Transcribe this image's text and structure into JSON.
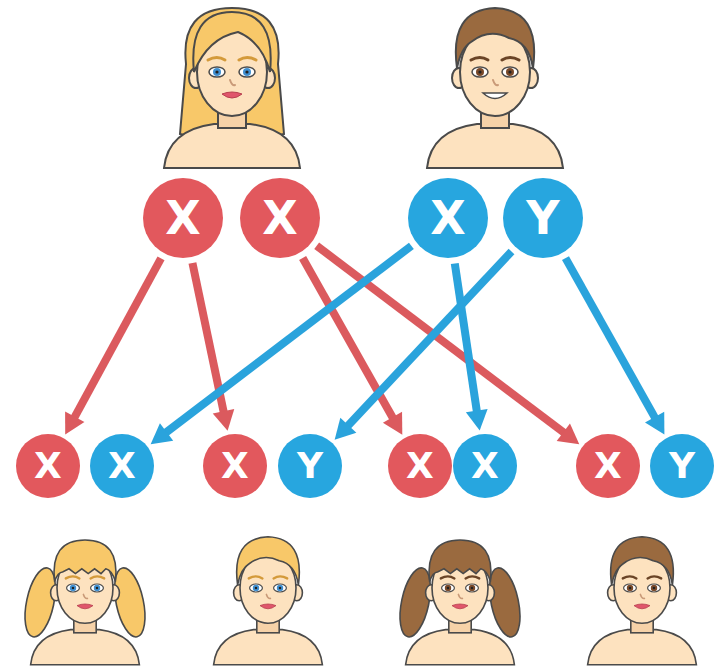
{
  "diagram": {
    "nodes": [
      {
        "text": [
          "X"
        ]
      },
      {
        "text": [
          "X"
        ]
      },
      {
        "text": [
          "X"
        ]
      },
      {
        "text": [
          "Y"
        ]
      },
      {
        "text": [
          "X"
        ]
      },
      {
        "text": [
          "X"
        ]
      },
      {
        "text": [
          "X"
        ]
      },
      {
        "text": [
          "Y"
        ]
      },
      {
        "text": [
          "X"
        ]
      },
      {
        "text": [
          "X"
        ]
      },
      {
        "text": [
          "X"
        ]
      },
      {
        "text": [
          "Y"
        ]
      }
    ],
    "edges": [
      {
        "from": 0,
        "to": 4,
        "arrow": "to"
      },
      {
        "from": 0,
        "to": 6,
        "arrow": "to"
      },
      {
        "from": 1,
        "to": 8,
        "arrow": "to"
      },
      {
        "from": 1,
        "to": 10,
        "arrow": "to"
      },
      {
        "from": 2,
        "to": 5,
        "arrow": "to"
      },
      {
        "from": 2,
        "to": 9,
        "arrow": "to"
      },
      {
        "from": 3,
        "to": 7,
        "arrow": "to"
      },
      {
        "from": 3,
        "to": 11,
        "arrow": "to"
      }
    ]
  }
}
